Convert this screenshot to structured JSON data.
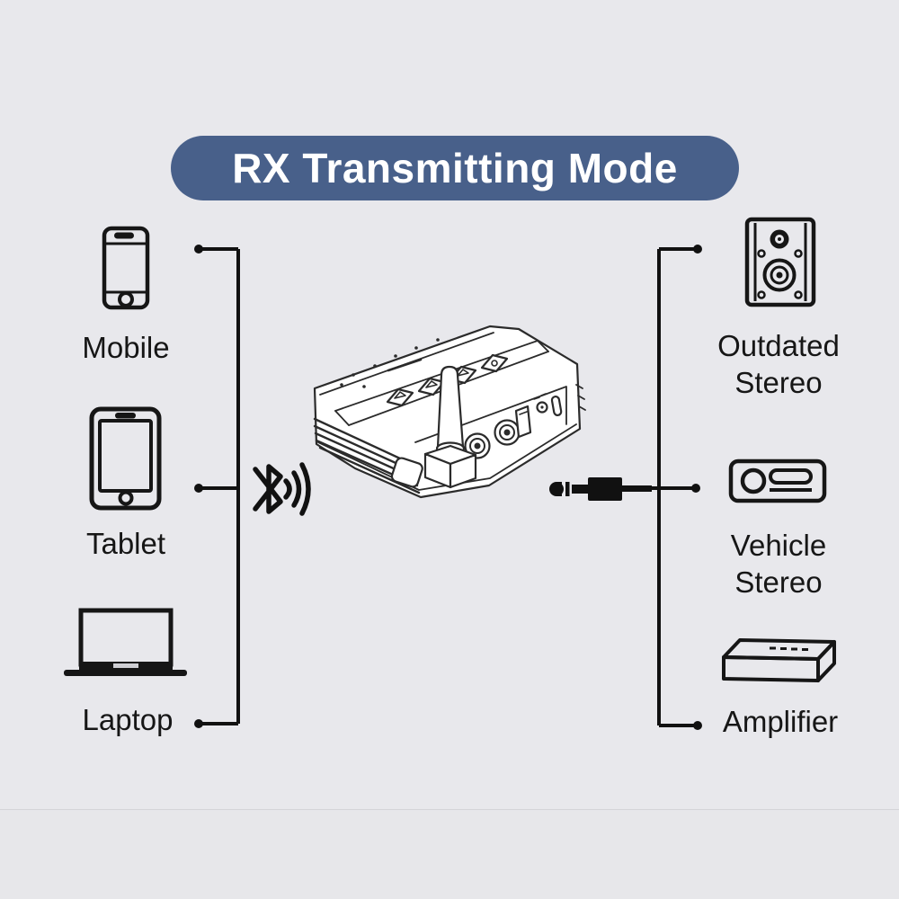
{
  "title": "RX Transmitting Mode",
  "colors": {
    "banner": "#48608a",
    "background": "#e8e8ec",
    "ink": "#161616",
    "device_fill": "#ffffff"
  },
  "left_devices": {
    "items": [
      {
        "label": "Mobile",
        "icon": "smartphone-icon"
      },
      {
        "label": "Tablet",
        "icon": "tablet-icon"
      },
      {
        "label": "Laptop",
        "icon": "laptop-icon"
      }
    ]
  },
  "receiver": {
    "illustration": "bluetooth-audio-receiver-with-antenna",
    "left_connection_icon": "bluetooth-signal-icon",
    "right_connection_icon": "aux-jack-plug-icon"
  },
  "right_devices": {
    "items": [
      {
        "label": "Outdated Stereo",
        "icon": "bookshelf-speaker-icon"
      },
      {
        "label": "Vehicle Stereo",
        "icon": "car-stereo-icon"
      },
      {
        "label": "Amplifier",
        "icon": "amplifier-icon"
      }
    ]
  }
}
